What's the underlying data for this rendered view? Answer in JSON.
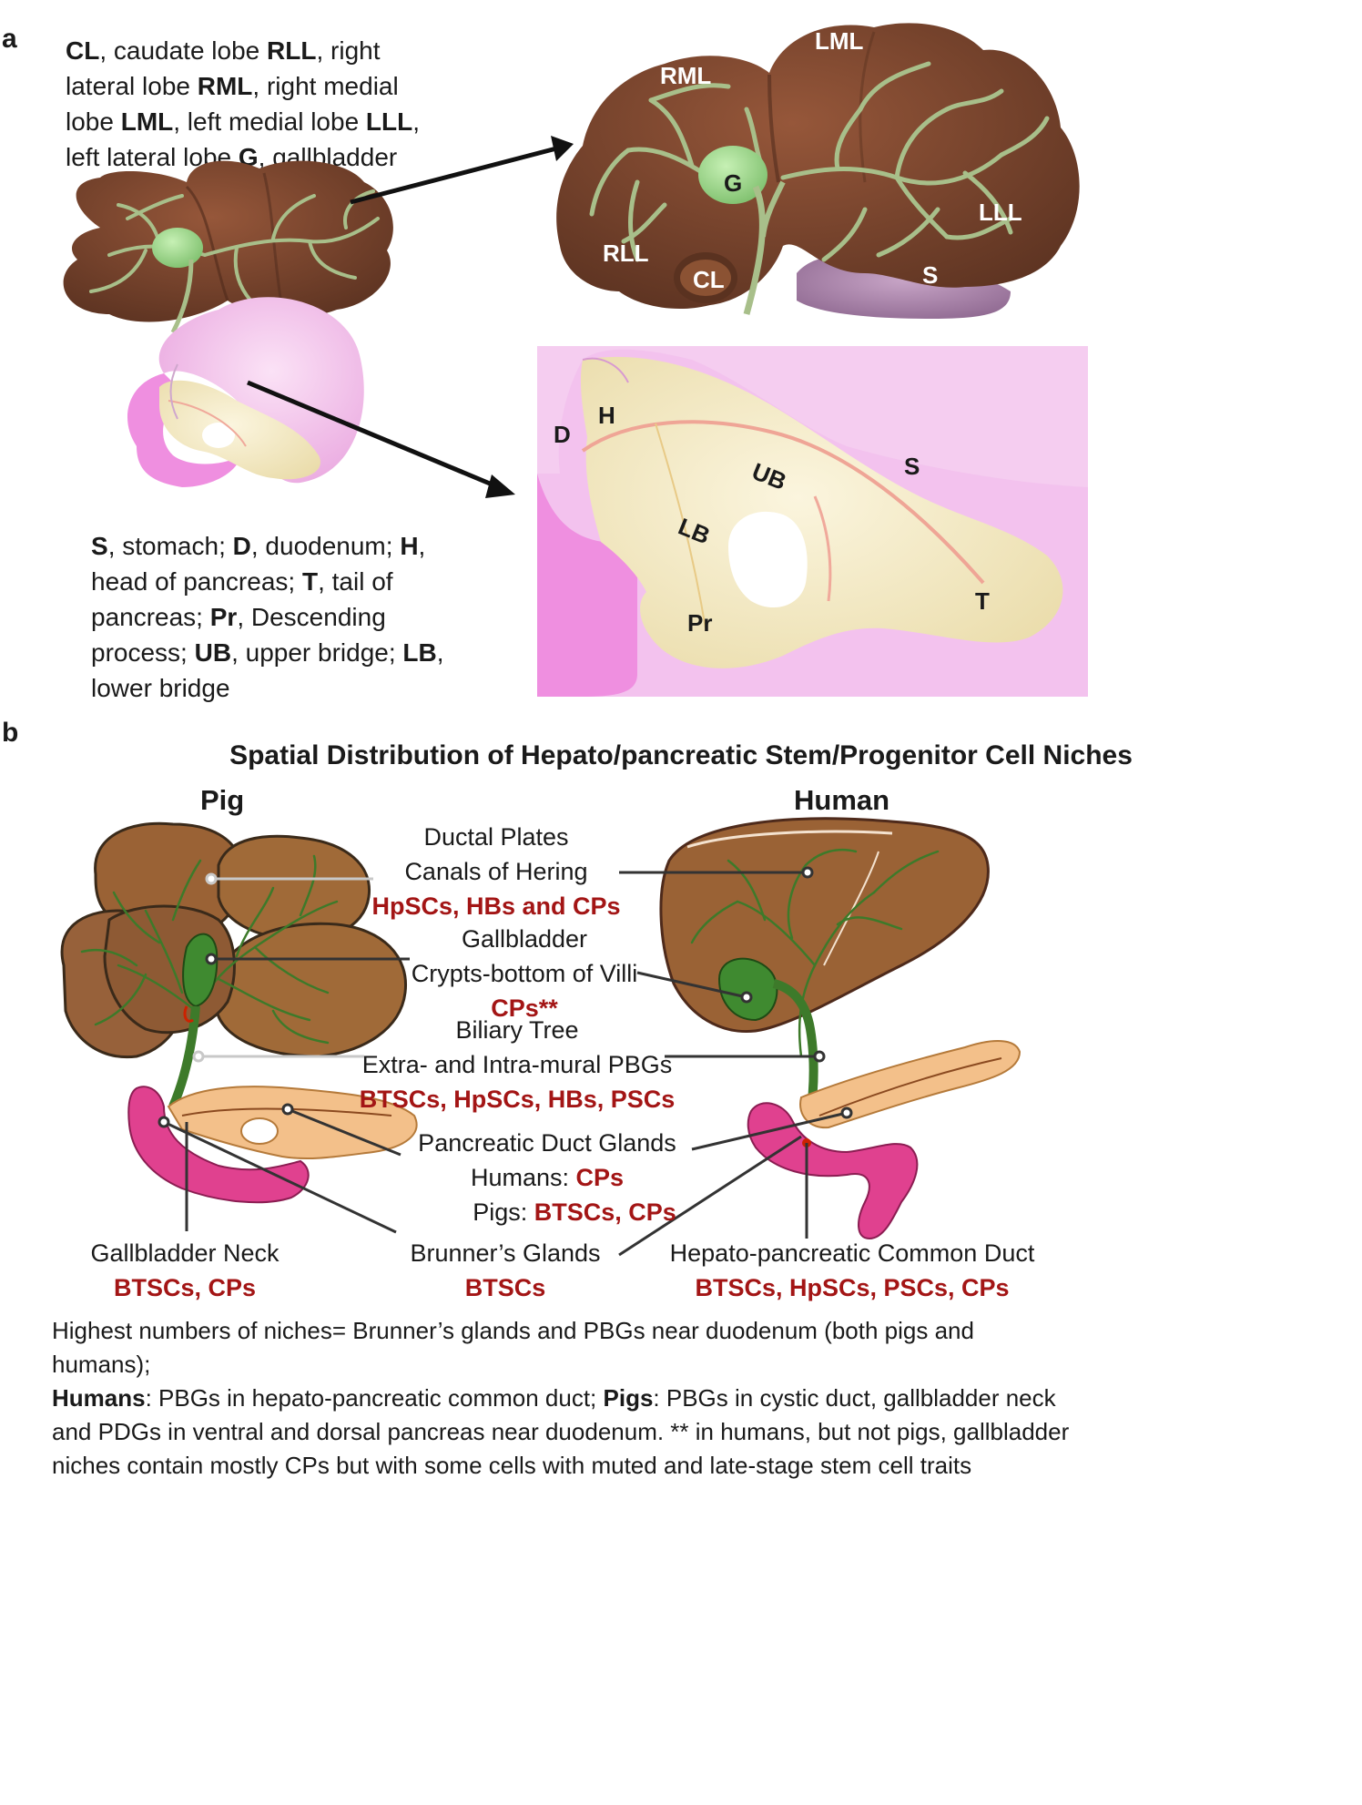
{
  "panel_a": {
    "letter": "a",
    "liver_legend": [
      {
        "abbr": "CL",
        "text": ", caudate lobe "
      },
      {
        "abbr": "RLL",
        "text": ", right lateral lobe "
      },
      {
        "abbr": "RML",
        "text": ", right medial lobe "
      },
      {
        "abbr": "LML",
        "text": ", left medial lobe "
      },
      {
        "abbr": "LLL",
        "text": ", left lateral lobe "
      },
      {
        "abbr": "G",
        "text": ", gallbladder"
      }
    ],
    "pancreas_legend": [
      {
        "abbr": "S",
        "text": ", stomach; "
      },
      {
        "abbr": "D",
        "text": ", duodenum; "
      },
      {
        "abbr": "H",
        "text": ", head of pancreas; "
      },
      {
        "abbr": "T",
        "text": ", tail of pancreas; "
      },
      {
        "abbr": "Pr",
        "text": ", Descending process; "
      },
      {
        "abbr": "UB",
        "text": ", upper bridge; "
      },
      {
        "abbr": "LB",
        "text": ", lower bridge"
      }
    ],
    "liver_labels": {
      "lml": "LML",
      "rml": "RML",
      "g": "G",
      "lll": "LLL",
      "rll": "RLL",
      "cl": "CL",
      "s": "S"
    },
    "pancreas_labels": {
      "d": "D",
      "h": "H",
      "ub": "UB",
      "s": "S",
      "lb": "LB",
      "pr": "Pr",
      "t": "T"
    }
  },
  "panel_b": {
    "letter": "b",
    "title": "Spatial Distribution of Hepato/pancreatic Stem/Progenitor Cell Niches",
    "pig_heading": "Pig",
    "human_heading": "Human",
    "ductal": {
      "l1": "Ductal Plates",
      "l2": "Canals of Hering",
      "cells": "HpSCs, HBs and CPs"
    },
    "gallbladder": {
      "l1": "Gallbladder",
      "l2": "Crypts-bottom of Villi",
      "cells": "CPs**"
    },
    "biliary": {
      "l1": "Biliary Tree",
      "l2": "Extra- and Intra-mural PBGs",
      "cells": "BTSCs, HpSCs, HBs, PSCs"
    },
    "pdg": {
      "l1": "Pancreatic Duct Glands",
      "humans_label": "Humans: ",
      "humans_cells": "CPs",
      "pigs_label": "Pigs: ",
      "pigs_cells": "BTSCs, CPs"
    },
    "gb_neck": {
      "l1": "Gallbladder Neck",
      "cells": "BTSCs, CPs"
    },
    "brunner": {
      "l1": "Brunner’s Glands",
      "cells": "BTSCs"
    },
    "hp_common": {
      "l1": "Hepato-pancreatic Common Duct",
      "cells": "BTSCs, HpSCs, PSCs, CPs"
    },
    "footer": {
      "line1": "Highest numbers of niches= Brunner’s glands and PBGs near duodenum (both pigs and humans);",
      "humans_bold": "Humans",
      "humans_text": ": PBGs in hepato-pancreatic common duct;  ",
      "pigs_bold": "Pigs",
      "pigs_text": ": PBGs in cystic duct, gallbladder neck and PDGs in ventral and dorsal pancreas near duodenum. ** in humans, but not pigs, gallbladder niches contain mostly CPs but with some cells with muted and late-stage stem cell traits"
    }
  },
  "colors": {
    "liver_a": "#7a4530",
    "liver_b": "#9a6235",
    "duct_green": "#a8bf8a",
    "gb_green": "#a6dc96",
    "stomach_pink": "#f3c2ee",
    "duodenum_pink": "#ef8fe0",
    "pancreas_cream": "#f6edcc",
    "human_pink": "#d6357c",
    "pancreas_orange": "#f3c08a",
    "duct_dark_green": "#3d7a2a",
    "red_text": "#a31515"
  }
}
